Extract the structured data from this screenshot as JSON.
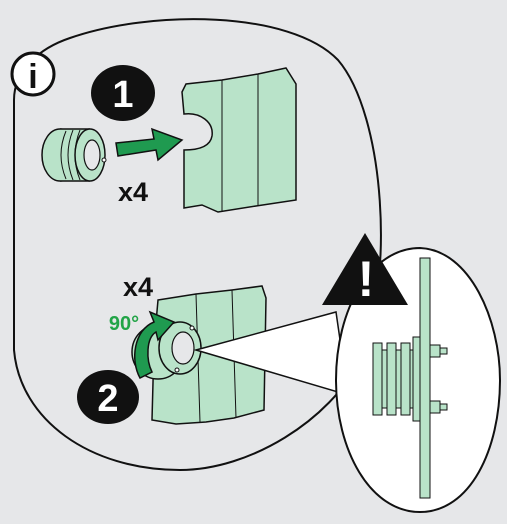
{
  "colors": {
    "background": "#e6e7e9",
    "panel_fill": "#b9e3c9",
    "arrow_green": "#1f9a50",
    "rotation_label": "#22a447",
    "outline": "#111111",
    "badge": "#111111",
    "badge_text": "#ffffff"
  },
  "info": {
    "icon": "info-icon",
    "symbol": "i"
  },
  "step1": {
    "number": "1",
    "quantity": "x4"
  },
  "step2": {
    "number": "2",
    "quantity": "x4",
    "rotation": "90°"
  },
  "warning": {
    "icon": "warning-triangle-icon",
    "symbol": "!"
  }
}
